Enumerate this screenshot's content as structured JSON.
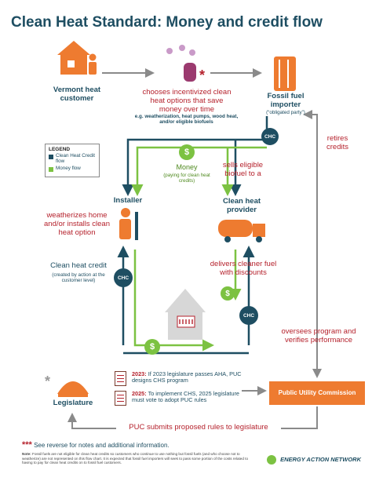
{
  "title": "Clean Heat Standard: Money and credit flow",
  "colors": {
    "navy": "#1e4e62",
    "green": "#7cc242",
    "orange": "#ee7b30",
    "red": "#b5222d",
    "gray": "#8a8a8a"
  },
  "customer": {
    "label": "Vermont heat customer",
    "icon": "house-person-icon"
  },
  "choice": {
    "text": "chooses incentivized clean heat options that save money over time",
    "examples": "e.g. weatherization, heat pumps, wood heat, and/or eligible biofuels",
    "icon": "hand-choice-icon"
  },
  "importer": {
    "label": "Fossil fuel importer",
    "sublabel": "(“obligated party”)",
    "icon": "fuel-tank-icon"
  },
  "legend": {
    "title": "LEGEND",
    "credit": "Clean Heat Credit flow",
    "money": "Money flow"
  },
  "money": {
    "label": "Money",
    "sublabel": "(paying for clean heat credits)"
  },
  "badges": {
    "chc": "CHC",
    "dollar": "$",
    "asterisk": "*"
  },
  "sells": {
    "text": "sells eligible biofuel to a"
  },
  "retires": {
    "text": "retires credits"
  },
  "installer": {
    "label": "Installer",
    "action": "weatherizes home and/or installs clean heat option",
    "icon": "installer-icon"
  },
  "provider": {
    "label": "Clean heat provider",
    "action": "delivers cleaner fuel with discounts",
    "icon": "fuel-truck-icon"
  },
  "credit_note": {
    "label": "Clean heat credit",
    "sublabel": "(created by action at the customer level)"
  },
  "oversees": {
    "text": "oversees program and verifies performance"
  },
  "legislature": {
    "label": "Legislature",
    "icon": "capitol-dome-icon"
  },
  "timeline": [
    {
      "year": "2023:",
      "text": "If 2023 legislature passes AHA, PUC designs CHS program"
    },
    {
      "year": "2025:",
      "text": "To implement CHS, 2025 legislature must vote to adopt PUC rules"
    }
  ],
  "puc": {
    "label": "Public Utility Commission"
  },
  "proposed": {
    "text": "PUC submits proposed rules to legislature"
  },
  "reverse": {
    "text": "See reverse for notes and additional information."
  },
  "note": {
    "label": "Note:",
    "text": "Fossil fuels are not eligible for clean heat credits so customers who continue to use nothing but fossil fuels (and who choose not to weatherize) are not represented on this flow chart. It is expected that fossil fuel importers will seek to pass some portion of the costs related to having to pay for clean heat credits on to fossil fuel customers."
  },
  "organization": {
    "name": "ENERGY ACTION NETWORK"
  }
}
